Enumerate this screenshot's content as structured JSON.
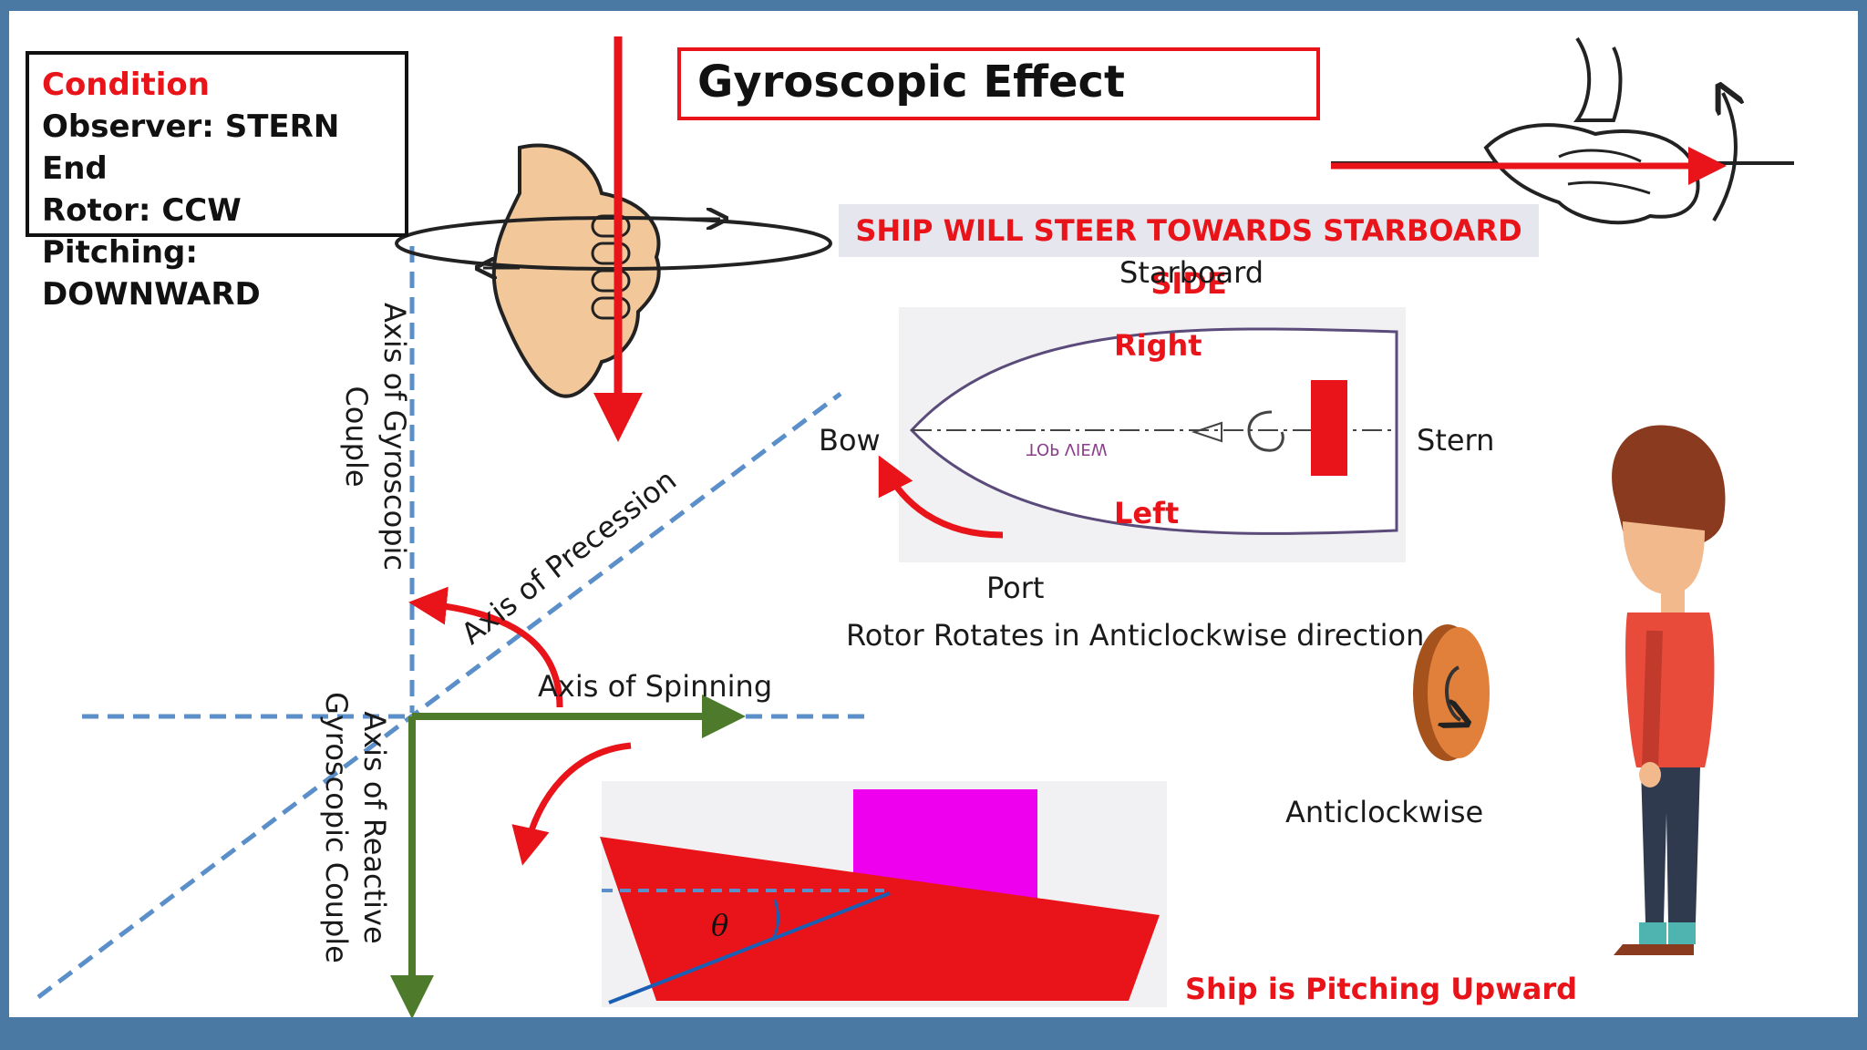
{
  "title": "Gyroscopic Effect",
  "condition": {
    "heading": "Condition",
    "observer": "Observer: STERN End",
    "rotor": "Rotor: CCW",
    "pitching": "Pitching: DOWNWARD"
  },
  "steer_banner": "SHIP WILL STEER TOWARDS STARBOARD SIDE",
  "top_view": {
    "starboard": "Starboard",
    "port": "Port",
    "bow": "Bow",
    "stern": "Stern",
    "right": "Right",
    "left": "Left",
    "view_label": "TOP VIEW"
  },
  "axes": {
    "gyroscopic_couple": "Axis of Gyroscopic Couple",
    "precession": "Axis of Precession",
    "spinning": "Axis of Spinning",
    "reactive_couple": "Axis of Reactive Gyroscopic Couple"
  },
  "rotor_note": "Rotor Rotates in Anticlockwise direction",
  "anticlockwise": "Anticlockwise",
  "pitching_note": "Ship is Pitching Upward",
  "theta": "θ",
  "colors": {
    "red": "#e8141a",
    "green": "#4e7a2c",
    "dashed_blue": "#5b8fc9",
    "magenta": "#ee00ee",
    "frame": "#4a7aa3"
  }
}
